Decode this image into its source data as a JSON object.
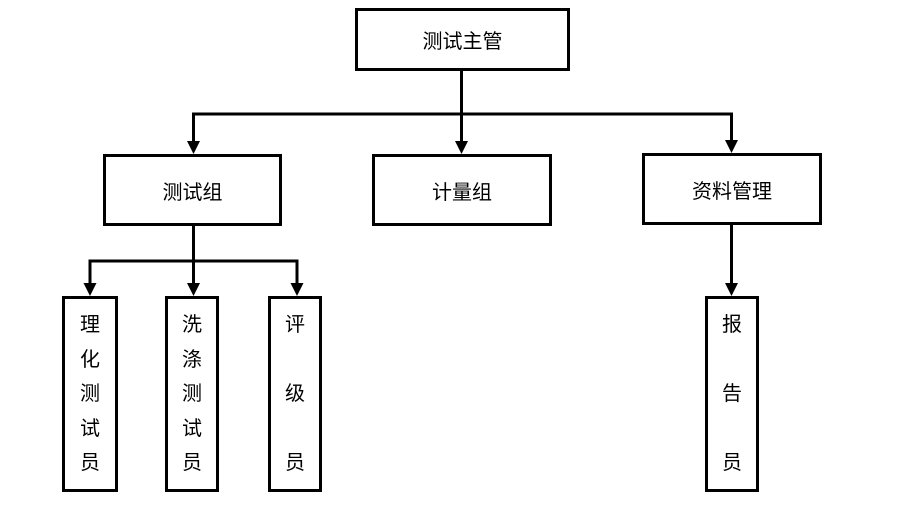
{
  "org_chart": {
    "root": {
      "label": "测试主管",
      "children": [
        {
          "label": "测试组",
          "children": [
            {
              "label": "理化测试员"
            },
            {
              "label": "洗涤测试员"
            },
            {
              "label": "评级员"
            }
          ]
        },
        {
          "label": "计量组",
          "children": []
        },
        {
          "label": "资料管理",
          "children": [
            {
              "label": "报告员"
            }
          ]
        }
      ]
    }
  },
  "colors": {
    "line": "#000000",
    "box_border": "#000000",
    "box_fill": "#ffffff",
    "text": "#000000",
    "background": "#ffffff"
  }
}
